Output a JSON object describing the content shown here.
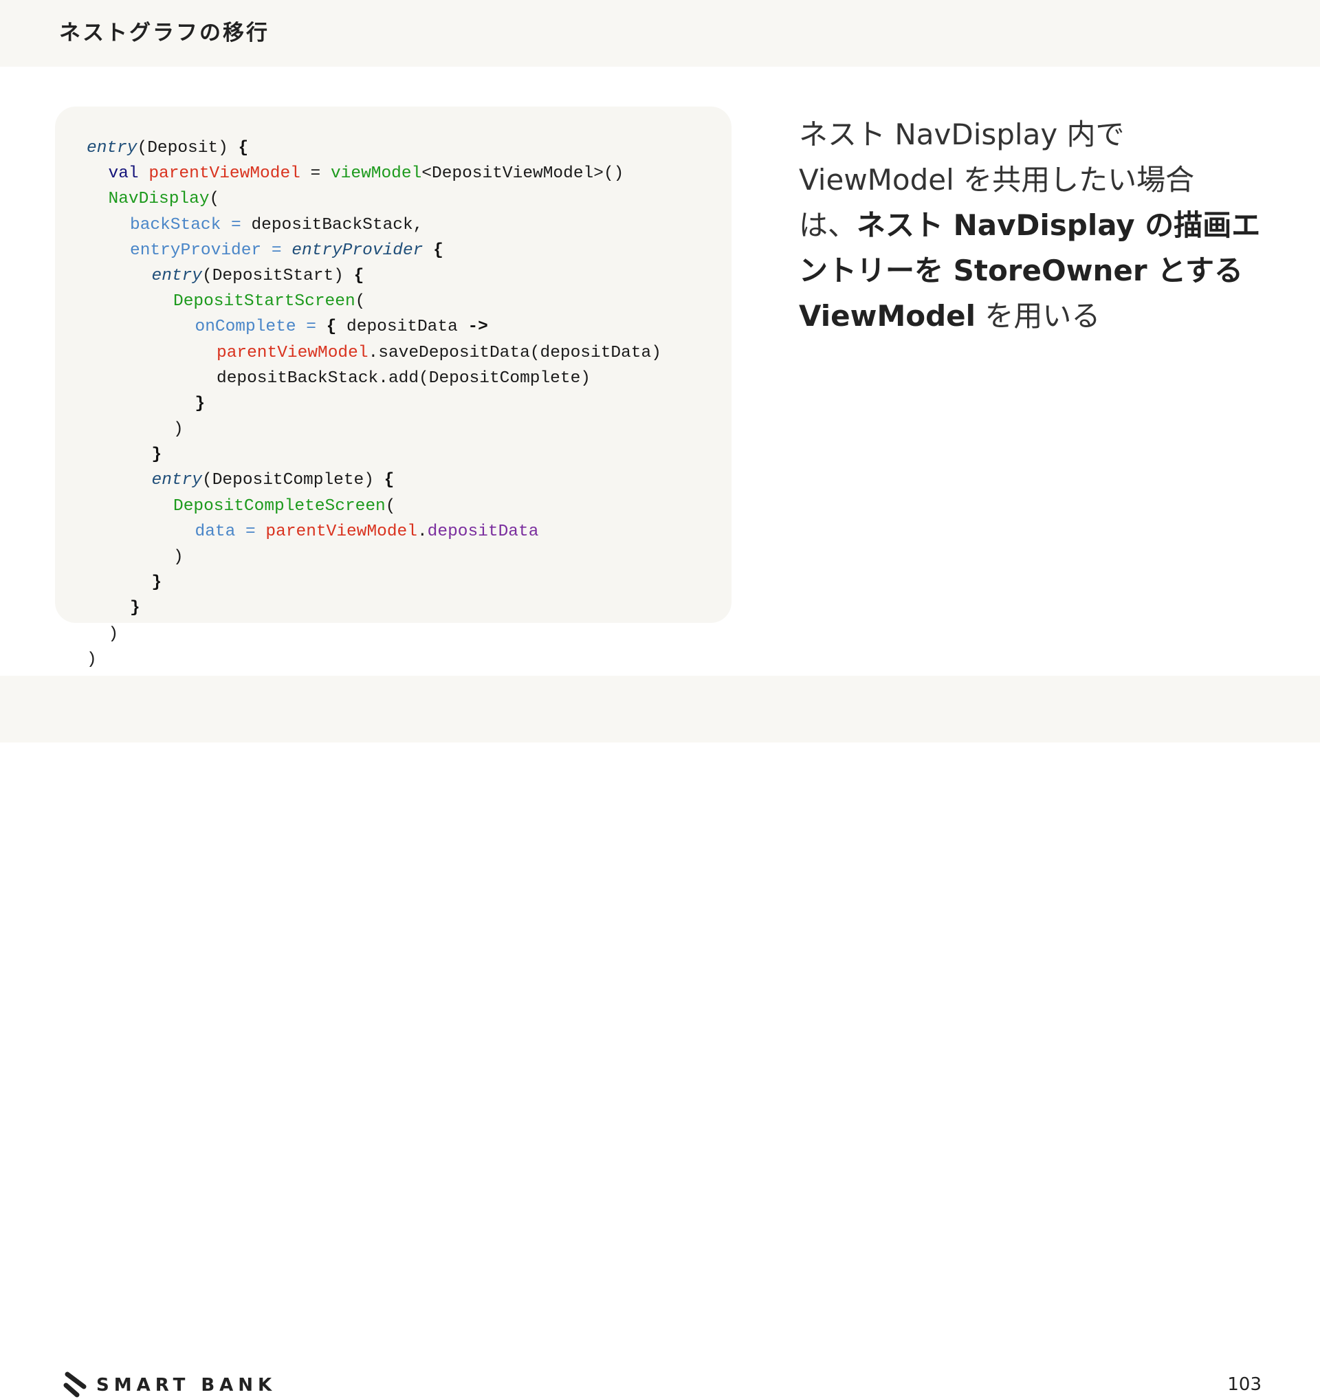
{
  "header": {
    "title": "ネストグラフの移行"
  },
  "code": {
    "lines": [
      {
        "indent": 0,
        "tokens": [
          {
            "t": "entry",
            "c": "fn-it"
          },
          {
            "t": "(Deposit) ",
            "c": "plain"
          },
          {
            "t": "{",
            "c": "bold"
          }
        ]
      },
      {
        "indent": 1,
        "tokens": [
          {
            "t": "val ",
            "c": "kw"
          },
          {
            "t": "parentViewModel",
            "c": "red"
          },
          {
            "t": " = ",
            "c": "plain"
          },
          {
            "t": "viewModel",
            "c": "green"
          },
          {
            "t": "<DepositViewModel>()",
            "c": "plain"
          }
        ]
      },
      {
        "indent": 1,
        "tokens": [
          {
            "t": "NavDisplay",
            "c": "green"
          },
          {
            "t": "(",
            "c": "plain"
          }
        ]
      },
      {
        "indent": 2,
        "tokens": [
          {
            "t": "backStack = ",
            "c": "blue"
          },
          {
            "t": "depositBackStack,",
            "c": "plain"
          }
        ]
      },
      {
        "indent": 2,
        "tokens": [
          {
            "t": "entryProvider = ",
            "c": "blue"
          },
          {
            "t": "entryProvider",
            "c": "fn-it"
          },
          {
            "t": " {",
            "c": "bold"
          }
        ]
      },
      {
        "indent": 3,
        "tokens": [
          {
            "t": "entry",
            "c": "fn-it"
          },
          {
            "t": "(DepositStart) ",
            "c": "plain"
          },
          {
            "t": "{",
            "c": "bold"
          }
        ]
      },
      {
        "indent": 4,
        "tokens": [
          {
            "t": "DepositStartScreen",
            "c": "green"
          },
          {
            "t": "(",
            "c": "plain"
          }
        ]
      },
      {
        "indent": 5,
        "tokens": [
          {
            "t": "onComplete = ",
            "c": "blue"
          },
          {
            "t": "{ ",
            "c": "bold"
          },
          {
            "t": "depositData ",
            "c": "plain"
          },
          {
            "t": "->",
            "c": "bold"
          }
        ]
      },
      {
        "indent": 6,
        "tokens": [
          {
            "t": "parentViewModel",
            "c": "red"
          },
          {
            "t": ".saveDepositData(depositData)",
            "c": "plain"
          }
        ]
      },
      {
        "indent": 6,
        "tokens": [
          {
            "t": "depositBackStack.add(DepositComplete)",
            "c": "plain"
          }
        ]
      },
      {
        "indent": 5,
        "tokens": [
          {
            "t": "}",
            "c": "bold"
          }
        ]
      },
      {
        "indent": 4,
        "tokens": [
          {
            "t": ")",
            "c": "plain"
          }
        ]
      },
      {
        "indent": 3,
        "tokens": [
          {
            "t": "}",
            "c": "bold"
          }
        ]
      },
      {
        "indent": 3,
        "tokens": [
          {
            "t": "entry",
            "c": "fn-it"
          },
          {
            "t": "(DepositComplete) ",
            "c": "plain"
          },
          {
            "t": "{",
            "c": "bold"
          }
        ]
      },
      {
        "indent": 4,
        "tokens": [
          {
            "t": "DepositCompleteScreen",
            "c": "green"
          },
          {
            "t": "(",
            "c": "plain"
          }
        ]
      },
      {
        "indent": 5,
        "tokens": [
          {
            "t": "data = ",
            "c": "blue"
          },
          {
            "t": "parentViewModel",
            "c": "red"
          },
          {
            "t": ".",
            "c": "plain"
          },
          {
            "t": "depositData",
            "c": "purple"
          }
        ]
      },
      {
        "indent": 4,
        "tokens": [
          {
            "t": ")",
            "c": "plain"
          }
        ]
      },
      {
        "indent": 3,
        "tokens": [
          {
            "t": "}",
            "c": "bold"
          }
        ]
      },
      {
        "indent": 2,
        "tokens": [
          {
            "t": "}",
            "c": "bold"
          }
        ]
      },
      {
        "indent": 1,
        "tokens": [
          {
            "t": ")",
            "c": "plain"
          }
        ]
      },
      {
        "indent": 0,
        "tokens": [
          {
            "t": ")",
            "c": "plain"
          }
        ]
      }
    ]
  },
  "description": {
    "line1": "ネスト NavDisplay 内で",
    "line2": "ViewModel を共用したい場合",
    "line3_normal": "は、",
    "line3_bold": "ネスト NavDisplay の描画エ",
    "line4_bold": "ントリーを StoreOwner とする",
    "line5_bold": "ViewModel",
    "line5_normal": " を用いる"
  },
  "footer": {
    "brand": "SMART BANK",
    "page_number": "103",
    "logo_icon": "smartbank-logo-icon"
  },
  "colors": {
    "keyword": "#15147a",
    "variable": "#d9331f",
    "function": "#1d9a1d",
    "parameter": "#4a86c8",
    "property": "#7a2e9e",
    "panel_background": "#f7f6f2"
  }
}
